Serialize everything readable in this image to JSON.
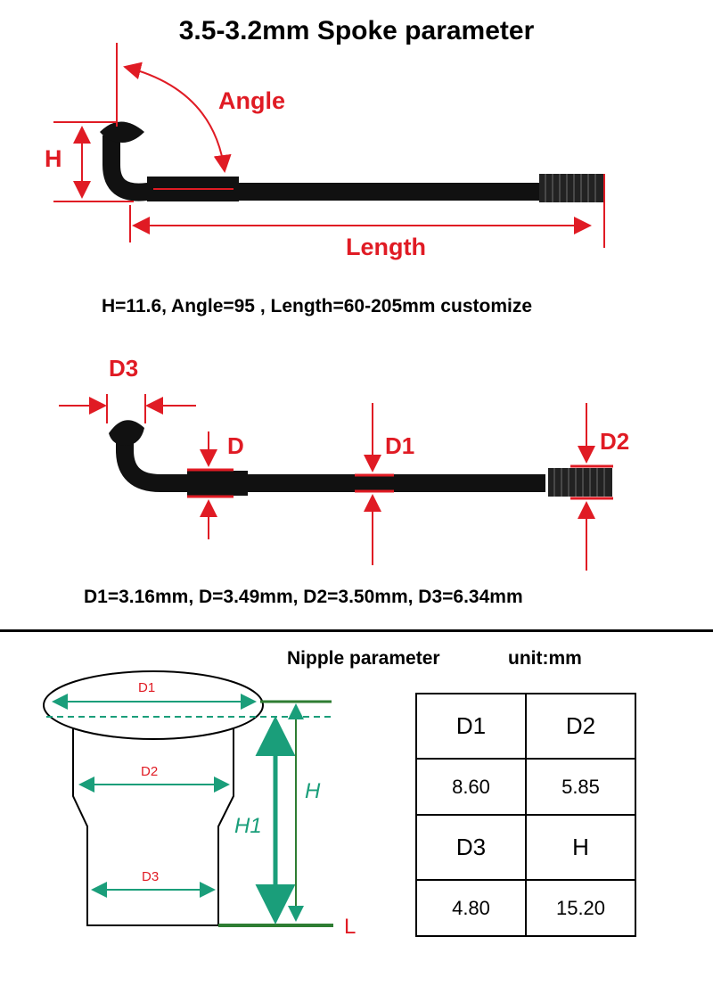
{
  "title": "3.5-3.2mm Spoke parameter",
  "spoke_side": {
    "labels": {
      "angle": "Angle",
      "h": "H",
      "length": "Length"
    },
    "spec": "H=11.6,  Angle=95 ,  Length=60-205mm customize"
  },
  "spoke_diameters": {
    "labels": {
      "d3": "D3",
      "d": "D",
      "d1": "D1",
      "d2": "D2"
    },
    "spec": "D1=3.16mm, D=3.49mm, D2=3.50mm, D3=6.34mm"
  },
  "nipple": {
    "heading": "Nipple parameter",
    "unit": "unit:mm",
    "labels": {
      "d1": "D1",
      "d2": "D2",
      "d3": "D3",
      "h": "H",
      "h1": "H1",
      "l": "L"
    },
    "table": [
      [
        "D1",
        "D2"
      ],
      [
        "8.60",
        "5.85"
      ],
      [
        "D3",
        "H"
      ],
      [
        "4.80",
        "15.20"
      ]
    ]
  },
  "colors": {
    "red": "#e01b24",
    "green": "#1a9e7a",
    "dark_green": "#2e7d32",
    "spoke": "#111111"
  }
}
